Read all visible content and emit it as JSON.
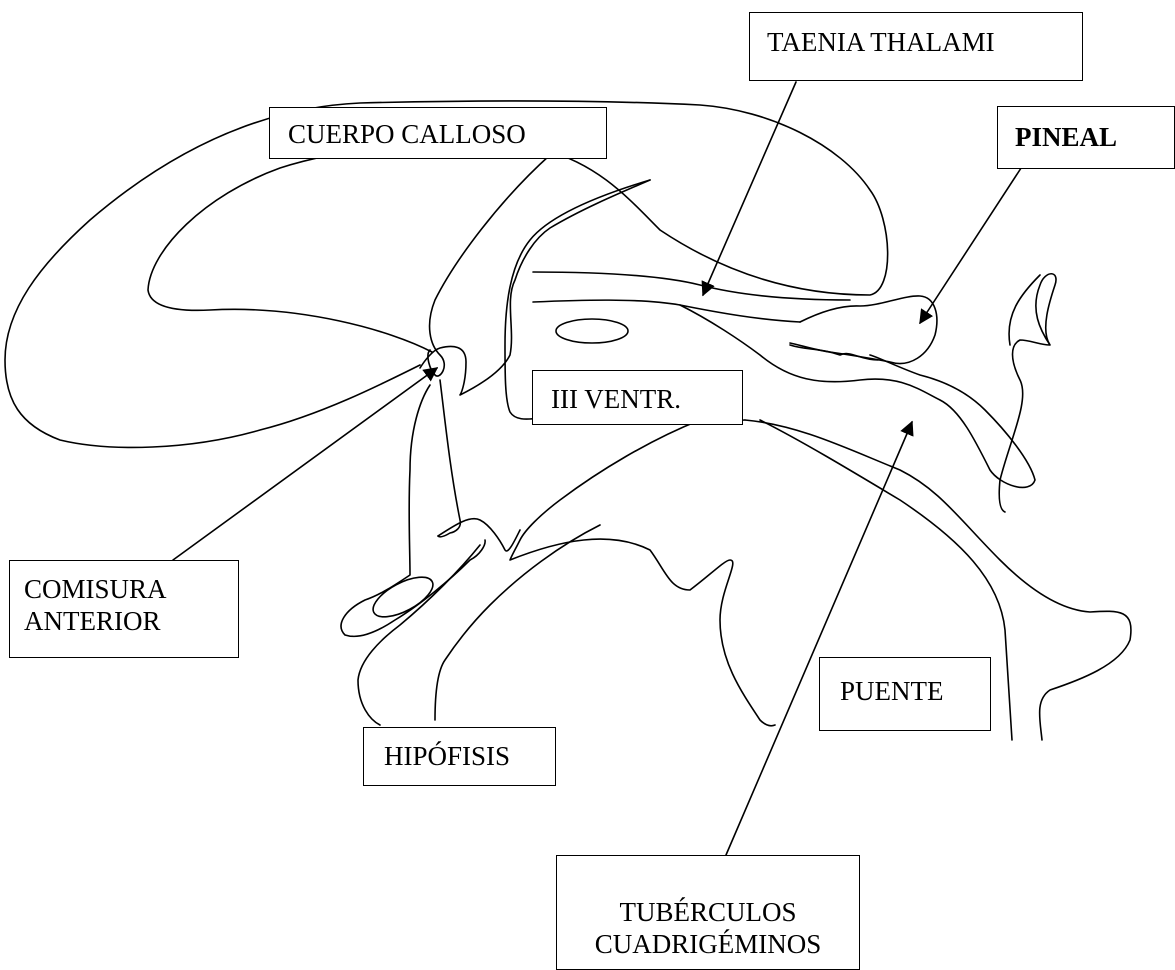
{
  "labels": {
    "taenia_thalami": "TAENIA THALAMI",
    "cuerpo_calloso": "CUERPO CALLOSO",
    "pineal": "PINEAL",
    "iii_ventr": "III VENTR.",
    "comisura_line1": "COMISURA",
    "comisura_line2": "ANTERIOR",
    "puente": "PUENTE",
    "hipofisis": "HIPÓFISIS",
    "tuberculos_line1": "TUBÉRCULOS",
    "tuberculos_line2": "CUADRIGÉMINOS"
  },
  "colors": {
    "stroke": "#000000",
    "background": "#ffffff"
  }
}
